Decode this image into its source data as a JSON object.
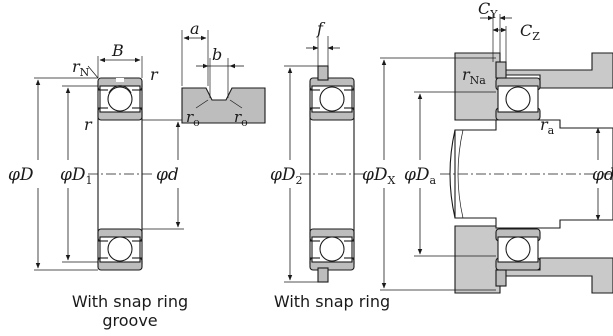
{
  "colors": {
    "steel": "#bdbdbd",
    "housing": "#c9c9c9",
    "line": "#1a1a1a",
    "bg": "#ffffff"
  },
  "dims": {
    "B": "B",
    "rN": "r",
    "rN_sub": "N",
    "r_outer": "r",
    "r_inner": "r",
    "a": "a",
    "b": "b",
    "ro": "r",
    "ro_sub": "o",
    "f": "f",
    "CY": "C",
    "CY_sub": "Y",
    "CZ": "C",
    "CZ_sub": "Z",
    "rNa": "r",
    "rNa_sub": "Na",
    "ra": "r",
    "ra_sub": "a",
    "phi": "φ",
    "D": "D",
    "D1": "D",
    "D1_sub": "1",
    "d": "d",
    "D2": "D",
    "D2_sub": "2",
    "DX": "D",
    "DX_sub": "X",
    "Da": "D",
    "Da_sub": "a",
    "d_right": "d"
  },
  "captions": {
    "groove_line1": "With snap ring",
    "groove_line2": "groove",
    "snap": "With snap ring"
  }
}
